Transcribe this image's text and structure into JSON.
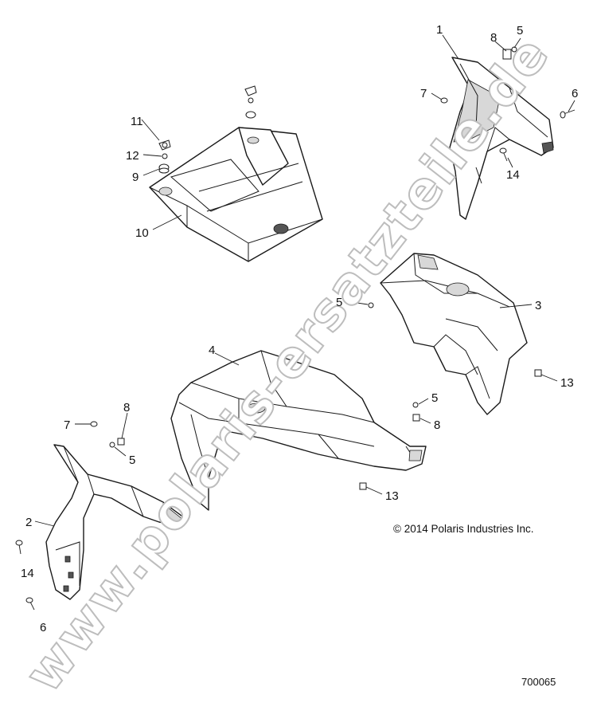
{
  "watermark": "www.polaris-ersatzteile.de",
  "copyright": "© 2014 Polaris Industries Inc.",
  "figure_number": "700065",
  "callouts": {
    "c1": "1",
    "c2": "2",
    "c3": "3",
    "c4": "4",
    "c5a": "5",
    "c5b": "5",
    "c5c": "5",
    "c5d": "5",
    "c6a": "6",
    "c6b": "6",
    "c7a": "7",
    "c7b": "7",
    "c8a": "8",
    "c8b": "8",
    "c8c": "8",
    "c9": "9",
    "c10": "10",
    "c11": "11",
    "c12": "12",
    "c13a": "13",
    "c13b": "13",
    "c14a": "14",
    "c14b": "14"
  }
}
